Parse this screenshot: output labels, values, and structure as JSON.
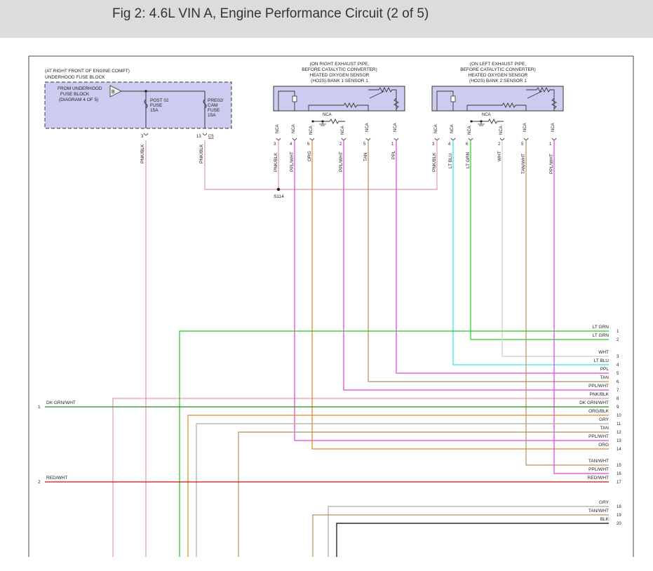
{
  "title": "Fig 2: 4.6L VIN A, Engine Performance Circuit (2 of 5)",
  "fuse_block": {
    "location": "(AT RIGHT FRONT OF ENGINE COMPT)",
    "name": "UNDERHOOD FUSE BLOCK",
    "from_line1": "FROM UNDERHOOD",
    "from_line2": "FUSE BLOCK",
    "from_line3": "(DIAGRAM 4 OF 5)",
    "input_pin": "B",
    "fuse1_lines": [
      "POST 02",
      "FUSE",
      "15A"
    ],
    "fuse2_lines": [
      "PRE02/",
      "CAM",
      "FUSE",
      "15A"
    ],
    "pin1": "3",
    "pin2": "13",
    "connector": "C5",
    "wire1": "PNK/BLK",
    "wire2": "PNK/BLK"
  },
  "sensor1": {
    "header": [
      "(ON RIGHT EXHAUST PIPE,",
      "BEFORE CATALYTIC CONVERTER)",
      "HEATED OXYGEN SENSOR",
      "(HO2S) BANK 1 SENSOR 1"
    ],
    "nca": "NCA",
    "pins": [
      "3",
      "4",
      "6",
      "2",
      "5",
      "1"
    ],
    "wires": [
      "PNK/BLK",
      "PPL/WHT",
      "ORG",
      "PPL/WHT",
      "TAN",
      "PPL"
    ]
  },
  "sensor2": {
    "header": [
      "(ON LEFT EXHAUST PIPE,",
      "BEFORE CATALYTIC CONVERTER)",
      "HEATED OXYGEN SENSOR",
      "(HO2S) BANK 2 SENSOR 1"
    ],
    "nca": "NCA",
    "pins": [
      "3",
      "4",
      "6",
      "2",
      "5",
      "1"
    ],
    "wires": [
      "PNK/BLK",
      "LT BLU",
      "LT GRN",
      "WHT",
      "TAN/WHT",
      "PPL/WHT"
    ]
  },
  "splice": "S114",
  "left_refs": [
    {
      "num": "1",
      "label": "DK GRN/WHT"
    },
    {
      "num": "2",
      "label": "RED/WHT"
    }
  ],
  "right_labels": [
    {
      "num": "1",
      "label": "LT GRN"
    },
    {
      "num": "2",
      "label": "LT GRN"
    },
    {
      "num": "3",
      "label": "WHT"
    },
    {
      "num": "4",
      "label": "LT BLU"
    },
    {
      "num": "5",
      "label": "PPL"
    },
    {
      "num": "6",
      "label": "TAN"
    },
    {
      "num": "7",
      "label": "PPL/WHT"
    },
    {
      "num": "8",
      "label": "PNK/BLK"
    },
    {
      "num": "9",
      "label": "DK GRN/WHT"
    },
    {
      "num": "10",
      "label": "ORG/BLK"
    },
    {
      "num": "11",
      "label": "GRY"
    },
    {
      "num": "12",
      "label": "TAN"
    },
    {
      "num": "13",
      "label": "PPL/WHT"
    },
    {
      "num": "14",
      "label": "ORG"
    },
    {
      "num": "15",
      "label": "TAN/WHT"
    },
    {
      "num": "16",
      "label": "PPL/WHT"
    },
    {
      "num": "17",
      "label": "RED/WHT"
    },
    {
      "num": "18",
      "label": "GRY"
    },
    {
      "num": "19",
      "label": "TAN/WHT"
    },
    {
      "num": "20",
      "label": "BLK"
    }
  ],
  "colors": {
    "pink": "#e09aa8",
    "magenta": "#e040e0",
    "orange": "#e08a1e",
    "tan": "#b09060",
    "green": "#22cc22",
    "cyan": "#30e0e8",
    "white_wire": "#cccccc",
    "gray": "#aaaaaa",
    "dkgreen": "#1f8f1f",
    "red": "#cc1010",
    "black": "#000000",
    "component_fill": "#ccccf0"
  }
}
